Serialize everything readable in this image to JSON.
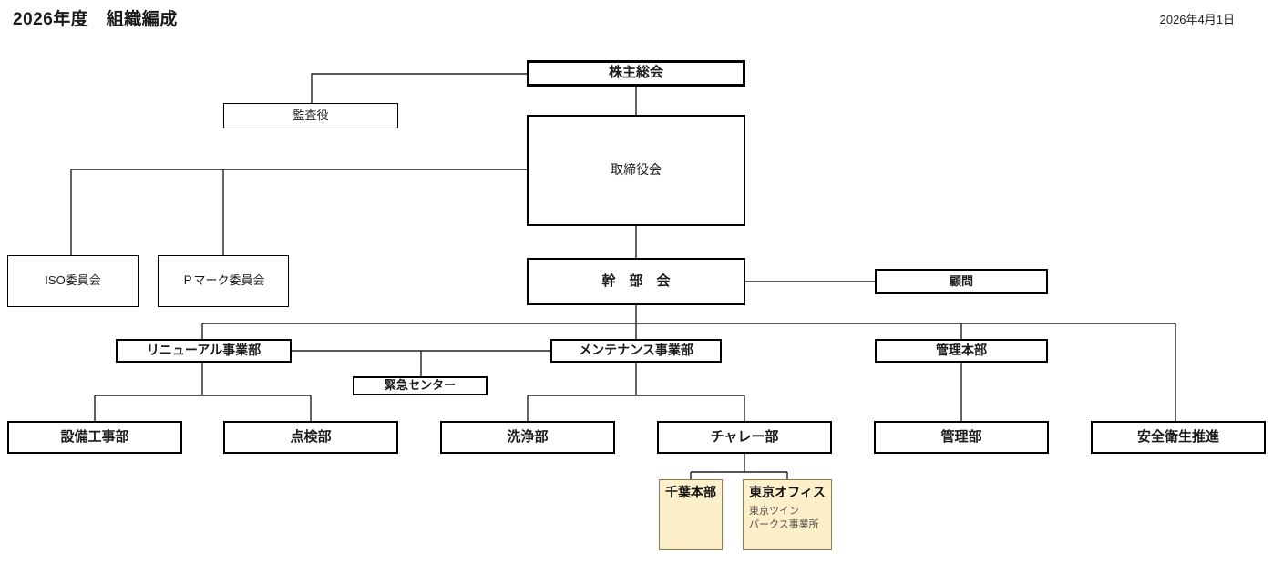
{
  "header": {
    "title": "2026年度　組織編成",
    "date": "2026年4月1日"
  },
  "colors": {
    "line": "#231f20",
    "box_border": "#000000",
    "box_fill": "#ffffff",
    "office_fill": "#fdefca",
    "office_border": "#8a7a52",
    "text": "#1a1a1a"
  },
  "nodes": {
    "shareholders_meeting": {
      "label": "株主総会"
    },
    "auditor": {
      "label": "監査役"
    },
    "board_of_directors": {
      "label": "取締役会"
    },
    "executive_committee": {
      "label": "幹　部　会"
    },
    "iso_committee": {
      "label": "ISO委員会"
    },
    "pmark_committee": {
      "label": "Ｐマーク委員会"
    },
    "advisor": {
      "label": "顧問"
    },
    "renewal_division": {
      "label": "リニューアル事業部"
    },
    "maintenance_division": {
      "label": "メンテナンス事業部"
    },
    "admin_headquarters": {
      "label": "管理本部"
    },
    "emergency_center": {
      "label": "緊急センター"
    },
    "equipment_construction_dept": {
      "label": "設備工事部"
    },
    "inspection_dept": {
      "label": "点検部"
    },
    "cleaning_dept": {
      "label": "洗浄部"
    },
    "chalet_dept": {
      "label": "チャレー部"
    },
    "admin_dept": {
      "label": "管理部"
    },
    "safety_health_promotion": {
      "label": "安全衛生推進"
    },
    "chiba_headquarters": {
      "label": "千葉本部",
      "sub": ""
    },
    "tokyo_office": {
      "label": "東京オフィス",
      "sub": "東京ツイン\nパークス事業所"
    }
  }
}
